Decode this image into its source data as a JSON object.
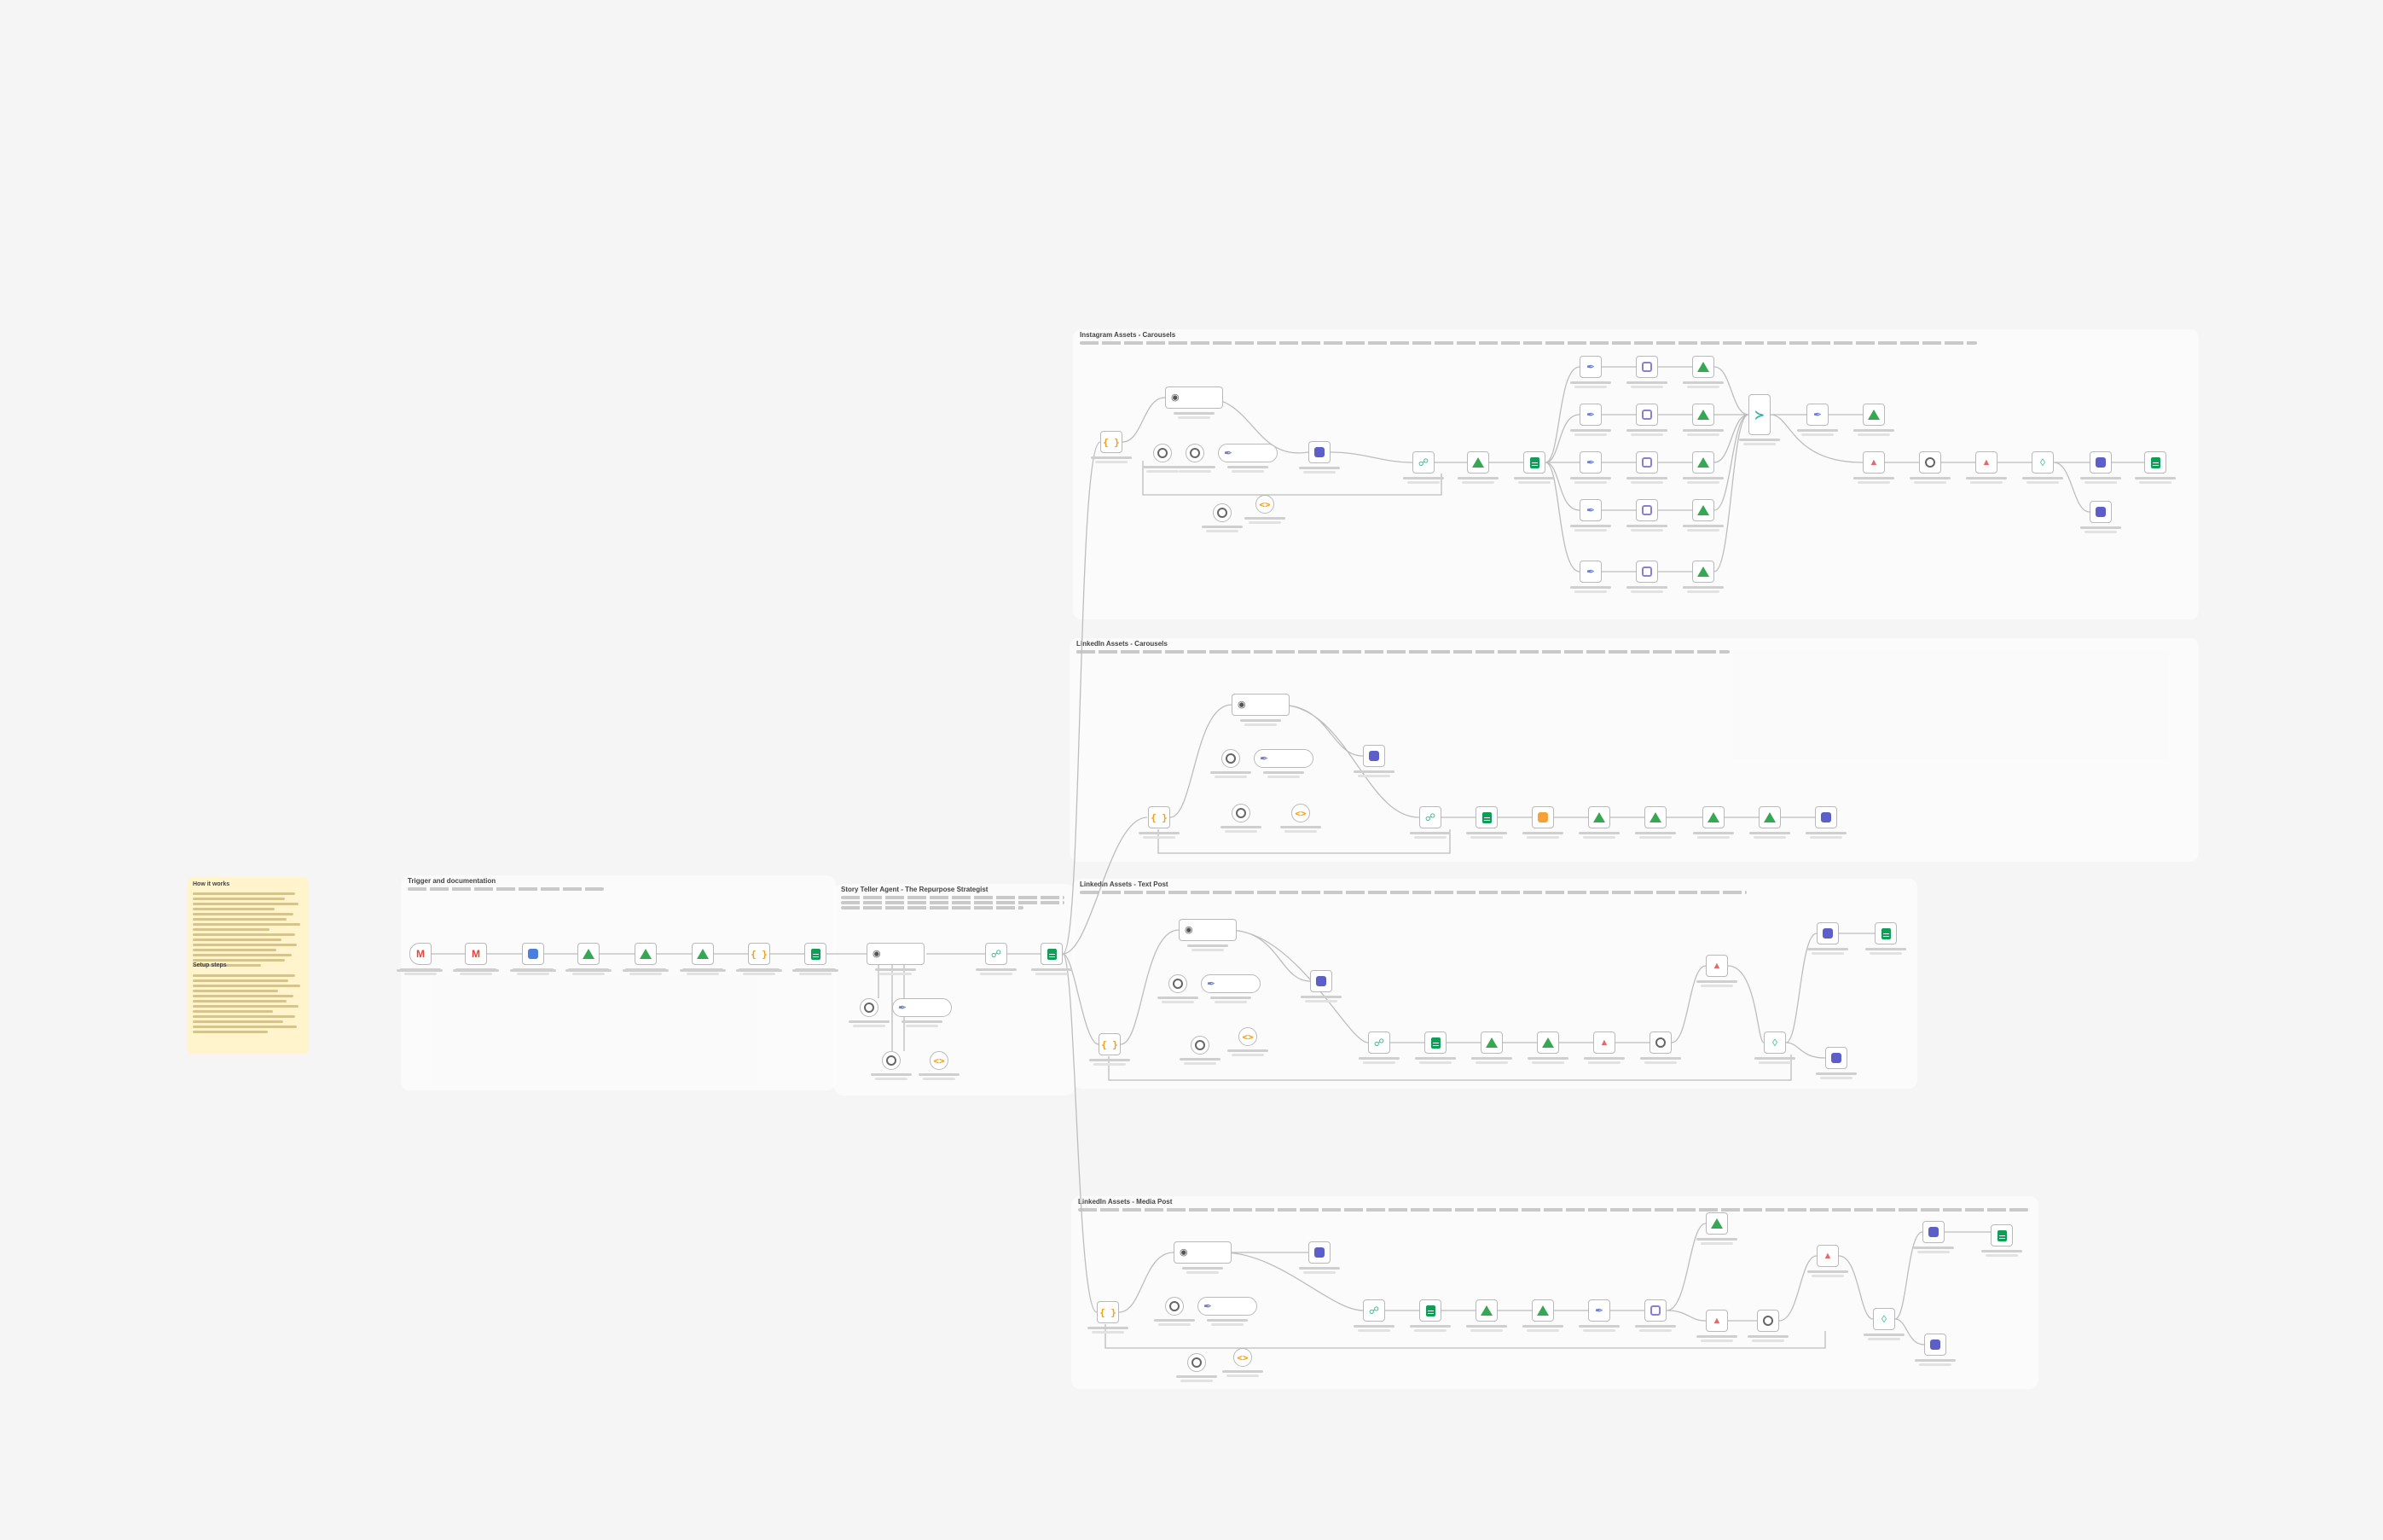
{
  "groups": {
    "instagram": {
      "title": "Instagram Assets - Carousels"
    },
    "linkedin_carousels": {
      "title": "LinkedIn Assets - Carousels"
    },
    "linkedin_text": {
      "title": "LinkedIn Assets - Text Post"
    },
    "linkedin_media": {
      "title": "LinkedIn Assets - Media Post"
    },
    "trigger": {
      "title": "Trigger and documentation"
    },
    "story_teller": {
      "title": "Story Teller Agent - The Repurpose Strategist"
    }
  },
  "note": {
    "how_title": "How it works",
    "setup_title": "Setup steps"
  },
  "icons": {
    "drive": "google-drive-icon",
    "sheet": "google-sheets-icon",
    "code": "code-icon",
    "gmail": "gmail-icon",
    "http": "http-request-icon",
    "agent": "ai-agent-icon",
    "model": "chat-model-icon",
    "memory": "memory-icon",
    "parser": "output-parser-icon",
    "merge": "merge-icon",
    "teams": "teams-icon",
    "set": "edit-fields-icon",
    "generate": "image-generate-icon",
    "wait": "wait-icon"
  },
  "colors": {
    "canvas": "#f5f5f5",
    "note": "#fff4cc",
    "wire": "#bdbdbd",
    "drive": "#34a853",
    "sheet": "#0f9d58",
    "code": "#f39c12",
    "gmail": "#ea4335",
    "teams": "#5b5fc7"
  }
}
